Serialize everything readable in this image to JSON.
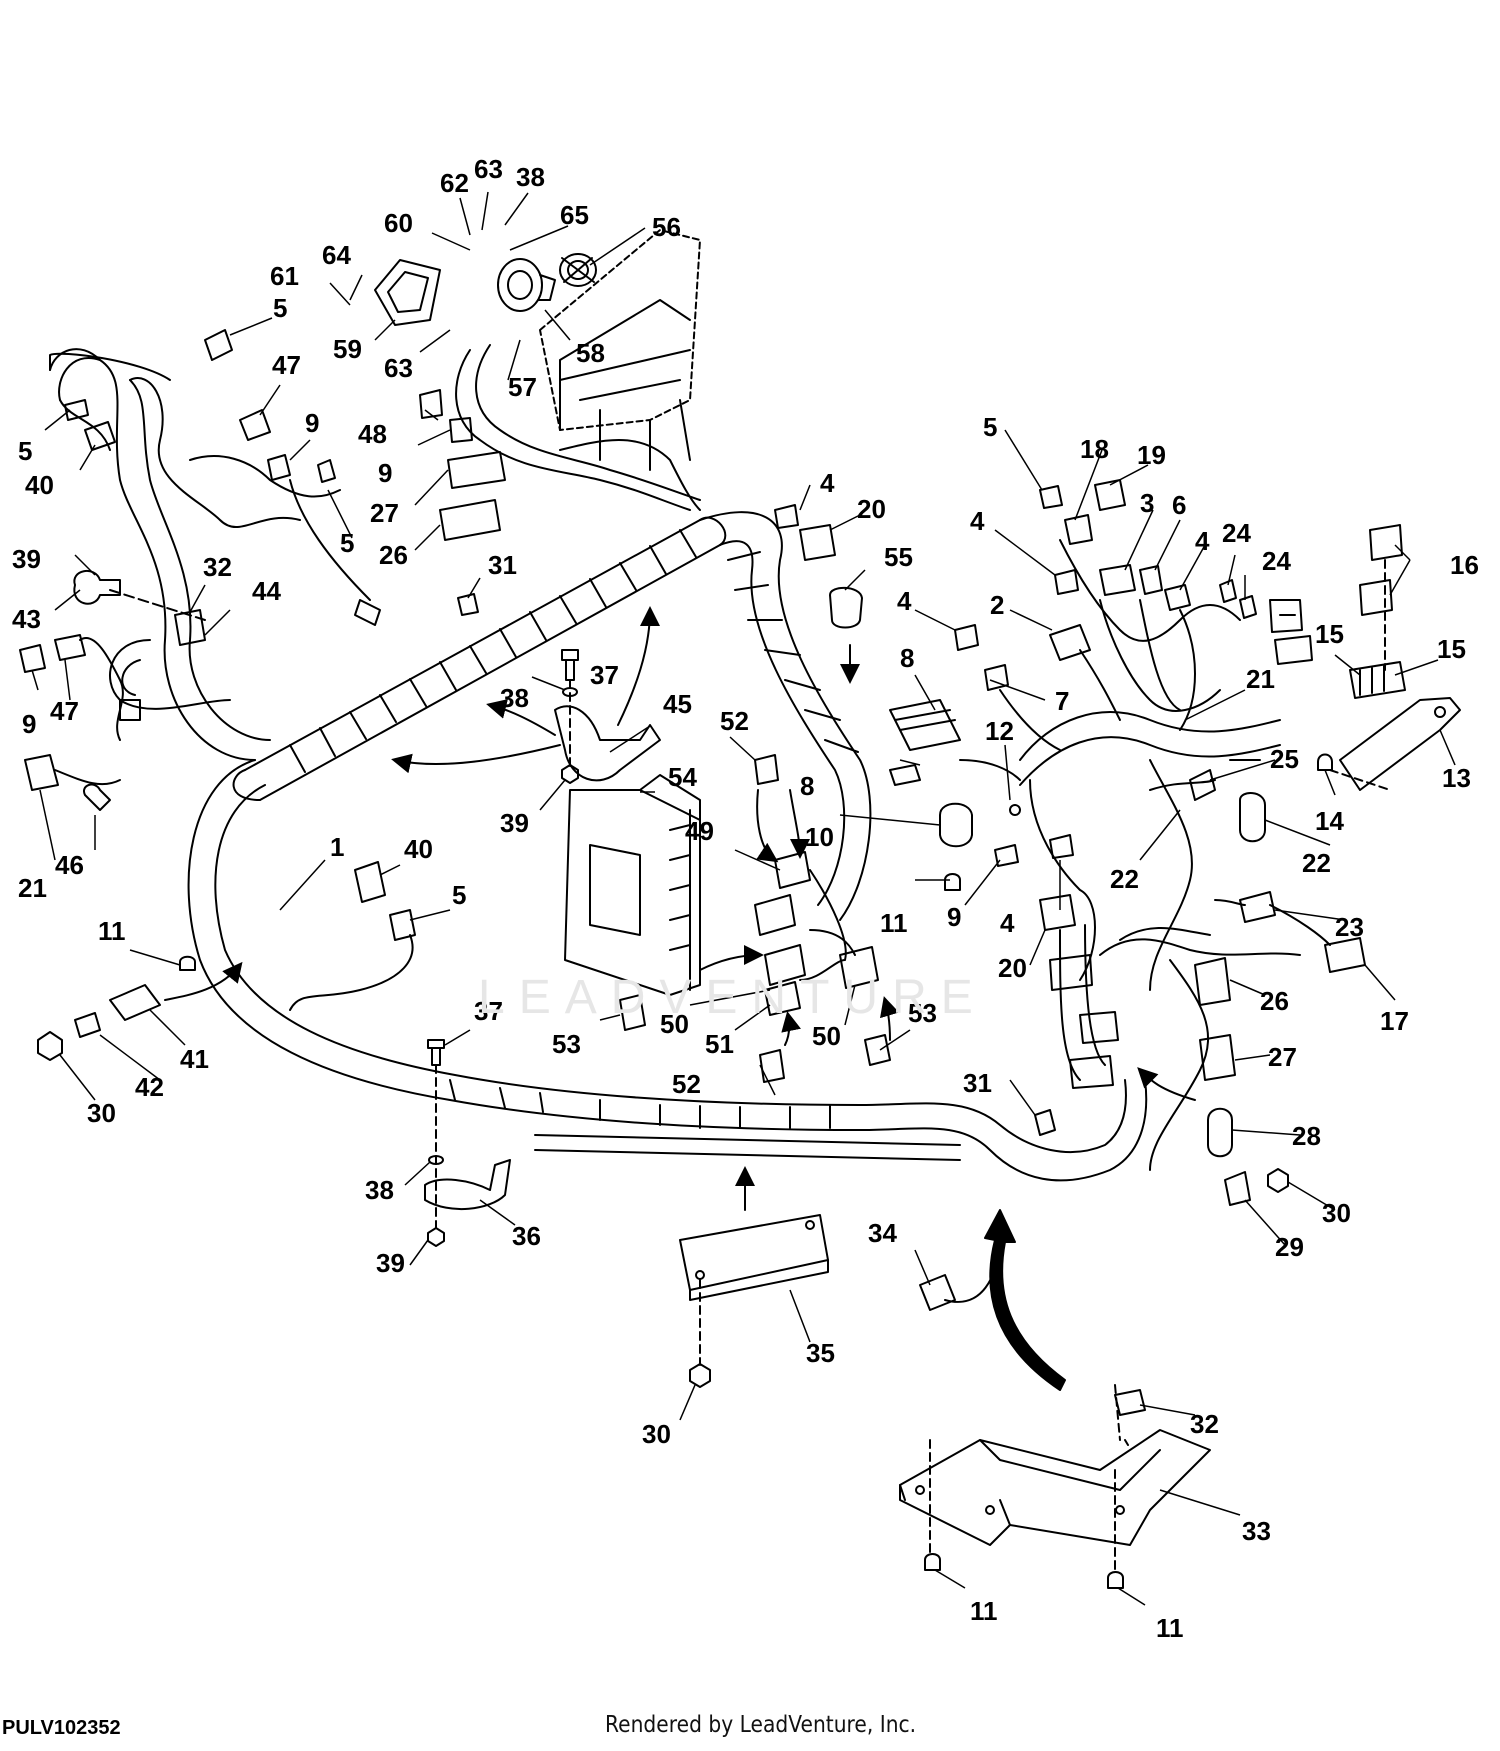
{
  "diagram": {
    "figure_code": "PULV102352",
    "credit": "Rendered by LeadVenture, Inc.",
    "watermark": "LEADVENTURE",
    "callouts": [
      {
        "id": "c62",
        "text": "62"
      },
      {
        "id": "c63a",
        "text": "63"
      },
      {
        "id": "c38a",
        "text": "38"
      },
      {
        "id": "c60",
        "text": "60"
      },
      {
        "id": "c65",
        "text": "65"
      },
      {
        "id": "c56",
        "text": "56"
      },
      {
        "id": "c64",
        "text": "64"
      },
      {
        "id": "c61",
        "text": "61"
      },
      {
        "id": "c5a",
        "text": "5"
      },
      {
        "id": "c59",
        "text": "59"
      },
      {
        "id": "c63b",
        "text": "63"
      },
      {
        "id": "c58",
        "text": "58"
      },
      {
        "id": "c57",
        "text": "57"
      },
      {
        "id": "c47a",
        "text": "47"
      },
      {
        "id": "c5b",
        "text": "5"
      },
      {
        "id": "c40a",
        "text": "40"
      },
      {
        "id": "c9a",
        "text": "9"
      },
      {
        "id": "c48",
        "text": "48"
      },
      {
        "id": "c9b",
        "text": "9"
      },
      {
        "id": "c27a",
        "text": "27"
      },
      {
        "id": "c26a",
        "text": "26"
      },
      {
        "id": "c5c",
        "text": "5"
      },
      {
        "id": "c31a",
        "text": "31"
      },
      {
        "id": "c4a",
        "text": "4"
      },
      {
        "id": "c20a",
        "text": "20"
      },
      {
        "id": "c55",
        "text": "55"
      },
      {
        "id": "c39a",
        "text": "39"
      },
      {
        "id": "c43",
        "text": "43"
      },
      {
        "id": "c32a",
        "text": "32"
      },
      {
        "id": "c44",
        "text": "44"
      },
      {
        "id": "c9c",
        "text": "9"
      },
      {
        "id": "c47b",
        "text": "47"
      },
      {
        "id": "c37a",
        "text": "37"
      },
      {
        "id": "c38b",
        "text": "38"
      },
      {
        "id": "c45",
        "text": "45"
      },
      {
        "id": "c52a",
        "text": "52"
      },
      {
        "id": "c54",
        "text": "54"
      },
      {
        "id": "c39b",
        "text": "39"
      },
      {
        "id": "c21a",
        "text": "21"
      },
      {
        "id": "c46",
        "text": "46"
      },
      {
        "id": "c1",
        "text": "1"
      },
      {
        "id": "c40b",
        "text": "40"
      },
      {
        "id": "c5d",
        "text": "5"
      },
      {
        "id": "c49",
        "text": "49"
      },
      {
        "id": "c8a",
        "text": "8"
      },
      {
        "id": "c8b",
        "text": "8"
      },
      {
        "id": "c10",
        "text": "10"
      },
      {
        "id": "c11a",
        "text": "11"
      },
      {
        "id": "c41",
        "text": "41"
      },
      {
        "id": "c42",
        "text": "42"
      },
      {
        "id": "c30a",
        "text": "30"
      },
      {
        "id": "c53a",
        "text": "53"
      },
      {
        "id": "c50a",
        "text": "50"
      },
      {
        "id": "c51",
        "text": "51"
      },
      {
        "id": "c50b",
        "text": "50"
      },
      {
        "id": "c53b",
        "text": "53"
      },
      {
        "id": "c37b",
        "text": "37"
      },
      {
        "id": "c52b",
        "text": "52"
      },
      {
        "id": "c38c",
        "text": "38"
      },
      {
        "id": "c36",
        "text": "36"
      },
      {
        "id": "c39c",
        "text": "39"
      },
      {
        "id": "c35",
        "text": "35"
      },
      {
        "id": "c30b",
        "text": "30"
      },
      {
        "id": "c34",
        "text": "34"
      },
      {
        "id": "c5e",
        "text": "5"
      },
      {
        "id": "c18",
        "text": "18"
      },
      {
        "id": "c19",
        "text": "19"
      },
      {
        "id": "c3",
        "text": "3"
      },
      {
        "id": "c6",
        "text": "6"
      },
      {
        "id": "c4b",
        "text": "4"
      },
      {
        "id": "c4c",
        "text": "4"
      },
      {
        "id": "c24a",
        "text": "24"
      },
      {
        "id": "c24b",
        "text": "24"
      },
      {
        "id": "c16",
        "text": "16"
      },
      {
        "id": "c4d",
        "text": "4"
      },
      {
        "id": "c2",
        "text": "2"
      },
      {
        "id": "c15a",
        "text": "15"
      },
      {
        "id": "c15b",
        "text": "15"
      },
      {
        "id": "c21b",
        "text": "21"
      },
      {
        "id": "c7",
        "text": "7"
      },
      {
        "id": "c12",
        "text": "12"
      },
      {
        "id": "c25",
        "text": "25"
      },
      {
        "id": "c13",
        "text": "13"
      },
      {
        "id": "c14",
        "text": "14"
      },
      {
        "id": "c22a",
        "text": "22"
      },
      {
        "id": "c22b",
        "text": "22"
      },
      {
        "id": "c11b",
        "text": "11"
      },
      {
        "id": "c9d",
        "text": "9"
      },
      {
        "id": "c4e",
        "text": "4"
      },
      {
        "id": "c23",
        "text": "23"
      },
      {
        "id": "c20b",
        "text": "20"
      },
      {
        "id": "c26b",
        "text": "26"
      },
      {
        "id": "c17",
        "text": "17"
      },
      {
        "id": "c27b",
        "text": "27"
      },
      {
        "id": "c31b",
        "text": "31"
      },
      {
        "id": "c28",
        "text": "28"
      },
      {
        "id": "c30c",
        "text": "30"
      },
      {
        "id": "c29",
        "text": "29"
      },
      {
        "id": "c32b",
        "text": "32"
      },
      {
        "id": "c33",
        "text": "33"
      },
      {
        "id": "c11c",
        "text": "11"
      },
      {
        "id": "c11d",
        "text": "11"
      }
    ]
  }
}
